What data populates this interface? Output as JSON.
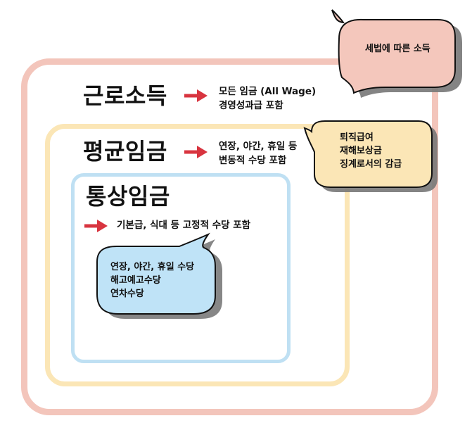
{
  "colors": {
    "outer_border": "#f3c5bb",
    "middle_border": "#fbe6b6",
    "inner_border": "#bfe0f3",
    "arrow": "#d8343f",
    "bubble_pink": "#f4c7bc",
    "bubble_yellow": "#fbe6b6",
    "bubble_blue": "#bfe3f7"
  },
  "outer": {
    "title": "근로소득",
    "desc_line1": "모든 임금 (All Wage)",
    "desc_line2": "경영성과급 포함",
    "bubble": {
      "text": "세법에 따른 소득"
    }
  },
  "middle": {
    "title": "평균임금",
    "desc_line1": "연장, 야간, 휴일 등",
    "desc_line2": "변동적 수당 포함",
    "bubble": {
      "line1": "퇴직급여",
      "line2": "재해보상금",
      "line3": "징계로서의 감급"
    }
  },
  "inner": {
    "title": "통상임금",
    "desc": "기본급, 식대 등 고정적 수당 포함",
    "bubble": {
      "line1": "연장, 야간, 휴일 수당",
      "line2": "해고예고수당",
      "line3": "연차수당"
    }
  }
}
